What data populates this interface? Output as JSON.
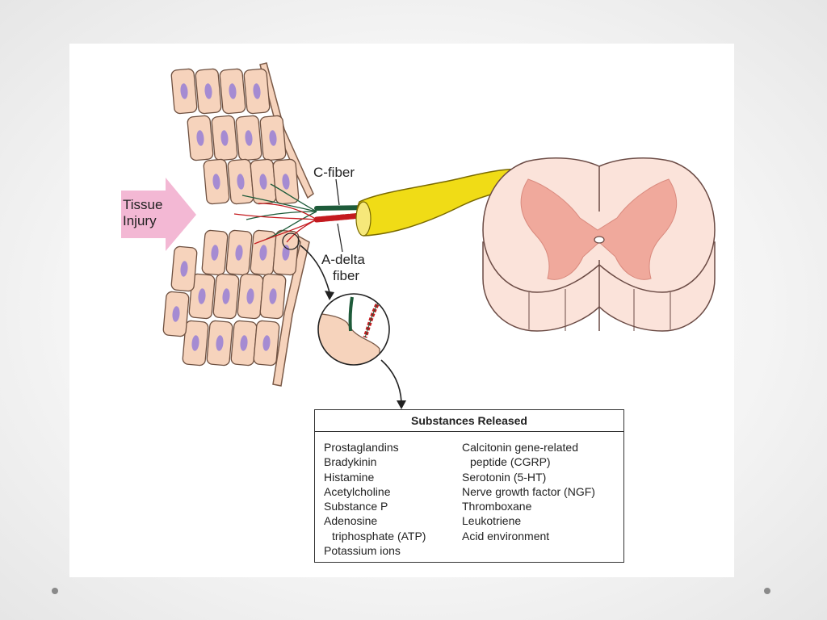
{
  "labels": {
    "tissue_injury_line1": "Tissue",
    "tissue_injury_line2": "Injury",
    "c_fiber": "C-fiber",
    "a_delta_line1": "A-delta",
    "a_delta_line2": "fiber"
  },
  "substances": {
    "title": "Substances Released",
    "left": [
      "Prostaglandins",
      "Bradykinin",
      "Histamine",
      "Acetylcholine",
      "Substance P",
      "Adenosine",
      "triphosphate (ATP)",
      "Potassium ions"
    ],
    "right": [
      "Calcitonin gene-related",
      "peptide (CGRP)",
      "Serotonin (5-HT)",
      "Nerve growth factor (NGF)",
      "Thromboxane",
      "Leukotriene",
      "Acid environment"
    ]
  },
  "colors": {
    "cell_fill": "#f6d3bc",
    "nucleus": "#a58bd2",
    "nerve": "#f0dc16",
    "c_fiber": "#1e5b3a",
    "a_delta": "#c41a1f",
    "cord_white": "#fbe3da",
    "cord_gray": "#f0a99c",
    "arrow": "#f3b8d4"
  }
}
